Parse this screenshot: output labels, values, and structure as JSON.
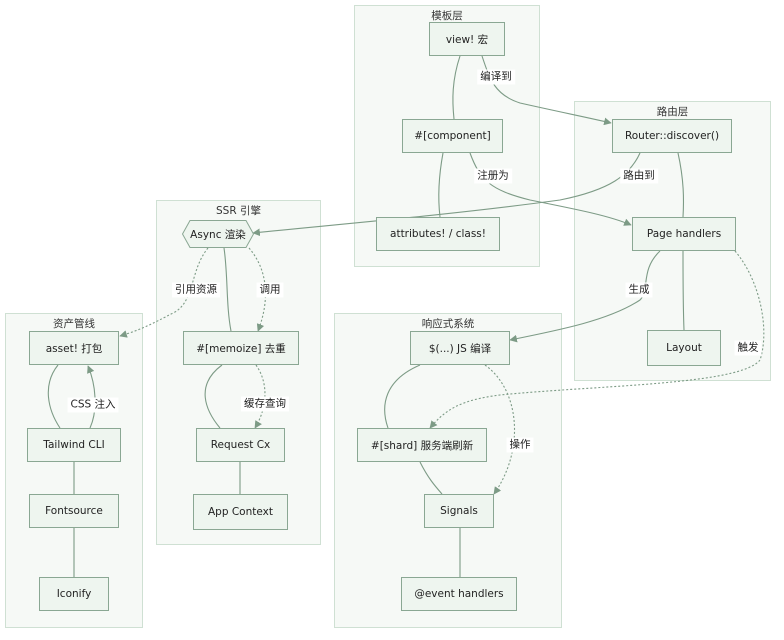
{
  "clusters": {
    "template": "模板层",
    "router": "路由层",
    "ssr": "SSR 引擎",
    "assets": "资产管线",
    "reactive": "响应式系统"
  },
  "nodes": {
    "view": "view! 宏",
    "component": "#[component]",
    "attributes": "attributes! / class!",
    "router_discover": "Router::discover()",
    "page_handlers": "Page handlers",
    "layout": "Layout",
    "async_render": "Async 渲染",
    "memoize": "#[memoize] 去重",
    "request_cx": "Request Cx",
    "app_context": "App Context",
    "asset": "asset! 打包",
    "tailwind": "Tailwind CLI",
    "fontsource": "Fontsource",
    "iconify": "Iconify",
    "js_compile": "$(...) JS 编译",
    "shard": "#[shard] 服务端刷新",
    "signals": "Signals",
    "event_handlers": "@event handlers"
  },
  "edges": {
    "compile_to": "编译到",
    "register_as": "注册为",
    "route_to": "路由到",
    "generate": "生成",
    "trigger": "触发",
    "ref_resource": "引用资源",
    "call": "调用",
    "cache_query": "缓存查询",
    "css_inject": "CSS 注入",
    "operate": "操作"
  },
  "colors": {
    "cluster_fill": "#f6f9f6",
    "cluster_border": "#cfe0d3",
    "node_fill": "#eef5ef",
    "node_border": "#8aa793",
    "edge": "#7d9b86"
  }
}
